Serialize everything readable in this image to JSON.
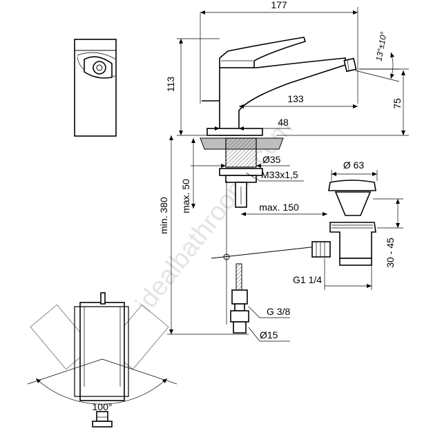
{
  "dimensions": {
    "overall_length": "177",
    "height": "113",
    "spout_reach": "133",
    "spout_height": "75",
    "base_width": "48",
    "aerator_angle": "13°±10°",
    "hole_diameter": "Ø35",
    "thread": "M33x1,5",
    "deck_thickness": "max. 50",
    "hose_length": "min. 380",
    "rod_length": "max. 150",
    "waste_diameter": "Ø 63",
    "waste_range": "30 - 45",
    "waste_thread": "G1 1/4",
    "inlet_thread": "G 3/8",
    "inlet_diameter": "Ø15",
    "handle_rotation": "100°"
  },
  "watermark": "idealbathrooms.com",
  "colors": {
    "line": "#000000",
    "section_fill": "#bdbdbd",
    "watermark": "#cfcfcf"
  }
}
